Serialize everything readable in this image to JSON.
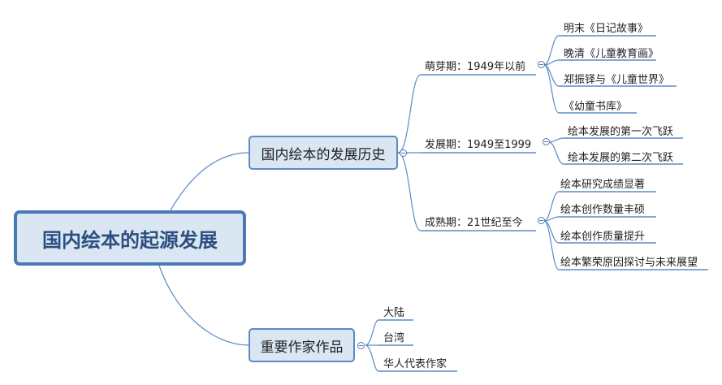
{
  "root": {
    "label": "国内绘本的起源发展"
  },
  "branches": [
    {
      "label": "国内绘本的发展历史",
      "children": [
        {
          "label": "萌芽期：1949年以前",
          "children": [
            "明末《日记故事》",
            "晚清《儿童教育画》",
            "郑振铎与《儿童世界》",
            "《幼童书库》"
          ]
        },
        {
          "label": "发展期：1949至1999",
          "children": [
            "绘本发展的第一次飞跃",
            "绘本发展的第二次飞跃"
          ]
        },
        {
          "label": "成熟期：21世纪至今",
          "children": [
            "绘本研究成绩显著",
            "绘本创作数量丰硕",
            "绘本创作质量提升",
            "绘本繁荣原因探讨与未来展望"
          ]
        }
      ]
    },
    {
      "label": "重要作家作品",
      "children": [
        "大陆",
        "台湾",
        "华人代表作家"
      ]
    }
  ],
  "colors": {
    "line": "#5b8bc4",
    "node_fill": "#dbe6f3",
    "root_border": "#4a7ab5",
    "root_text": "#2b4f80"
  }
}
